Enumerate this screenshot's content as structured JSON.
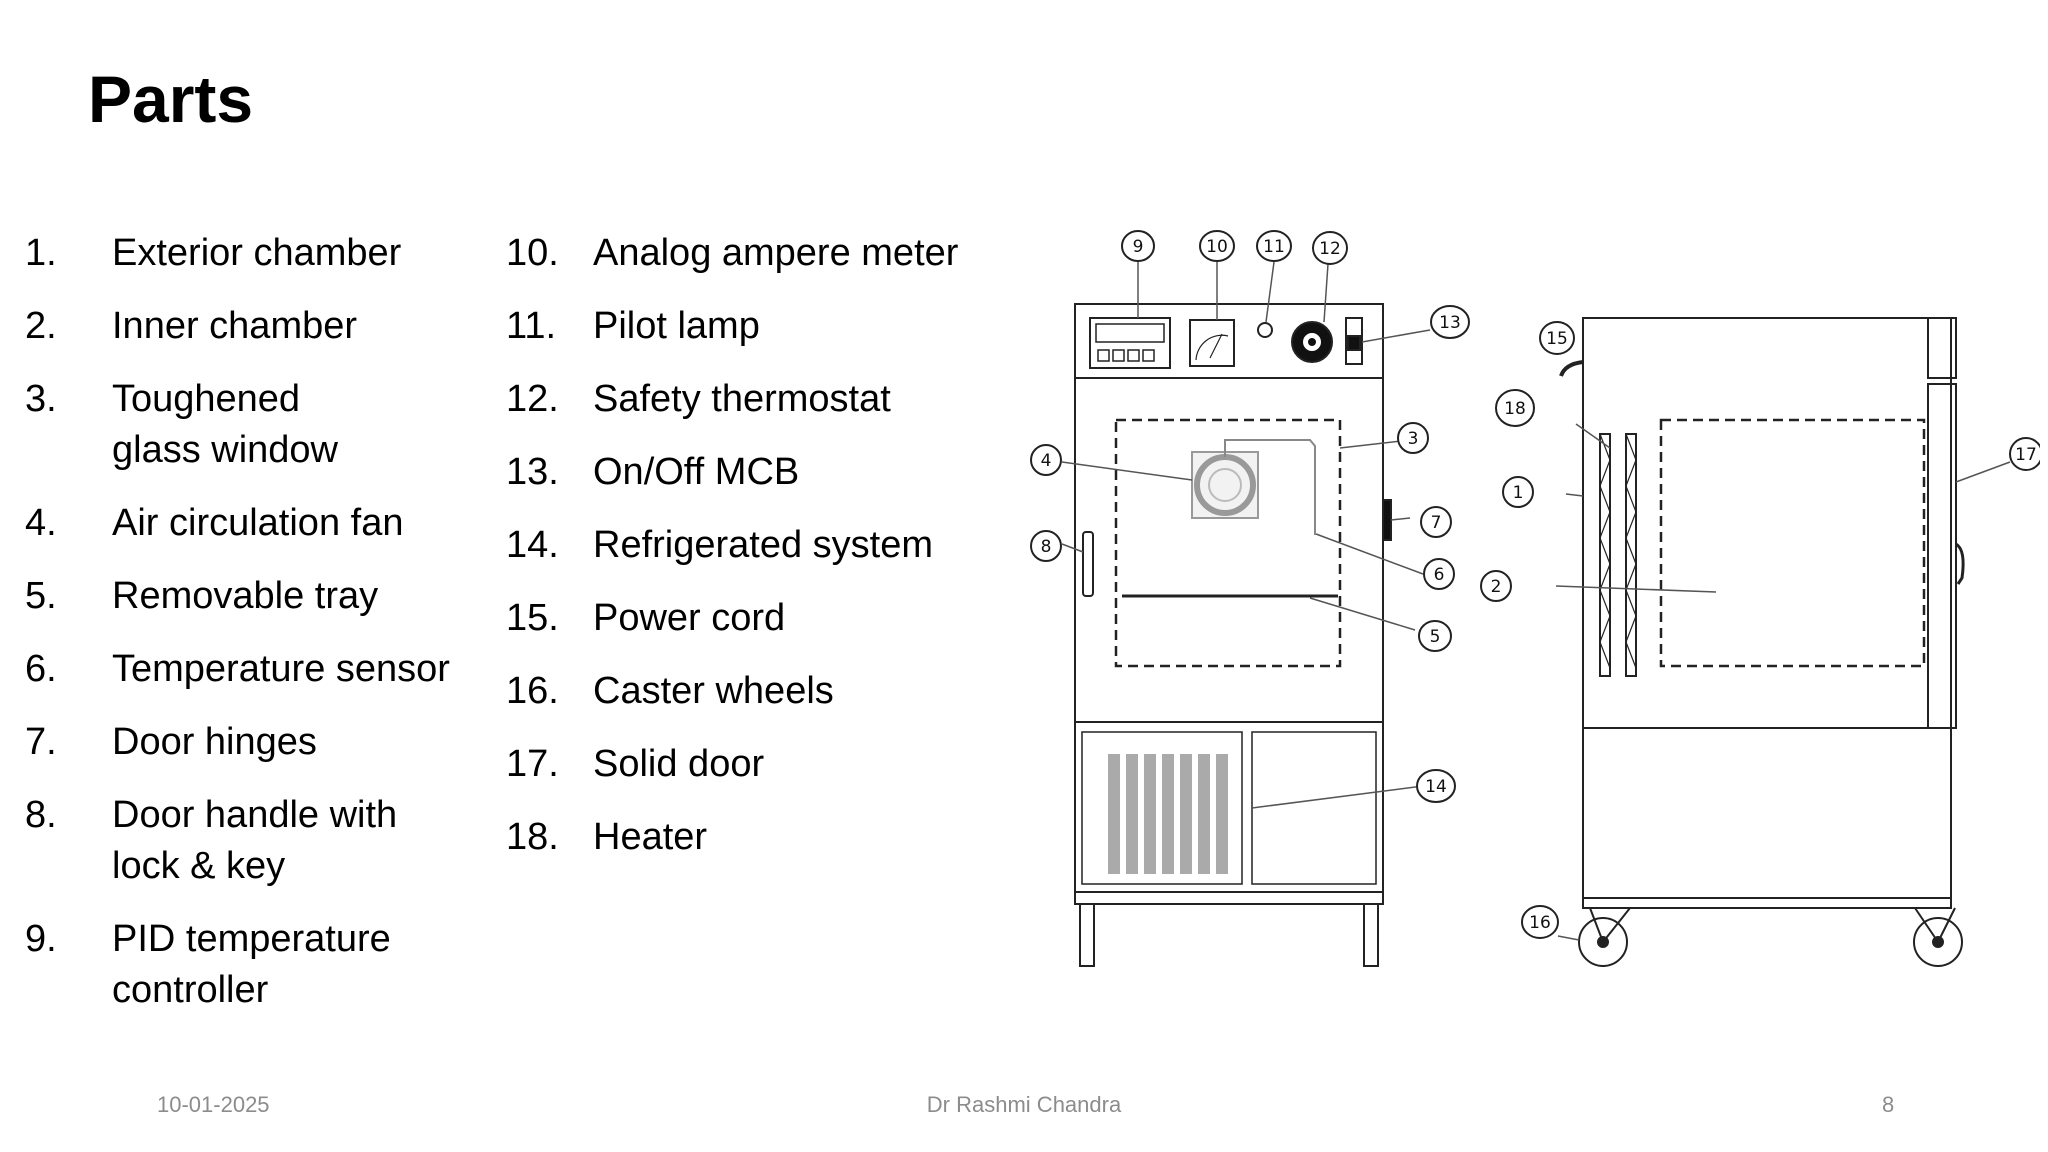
{
  "slide": {
    "title": "Parts",
    "footer": {
      "date": "10-01-2025",
      "author": "Dr Rashmi Chandra",
      "page": "8"
    }
  },
  "parts": [
    {
      "num": "1.",
      "label": "Exterior chamber"
    },
    {
      "num": "2.",
      "label": "Inner chamber"
    },
    {
      "num": "3.",
      "label": "Toughened glass window"
    },
    {
      "num": "4.",
      "label": "Air circulation fan"
    },
    {
      "num": "5.",
      "label": "Removable tray"
    },
    {
      "num": "6.",
      "label": "Temperature sensor"
    },
    {
      "num": "7.",
      "label": "Door hinges"
    },
    {
      "num": "8.",
      "label": "Door handle with lock & key"
    },
    {
      "num": "9.",
      "label": "PID temperature controller"
    },
    {
      "num": "10.",
      "label": "Analog ampere meter"
    },
    {
      "num": "11.",
      "label": "Pilot lamp"
    },
    {
      "num": "12.",
      "label": "Safety thermostat"
    },
    {
      "num": "13.",
      "label": "On/Off MCB"
    },
    {
      "num": "14.",
      "label": "Refrigerated system"
    },
    {
      "num": "15.",
      "label": "Power cord"
    },
    {
      "num": "16.",
      "label": "Caster wheels"
    },
    {
      "num": "17.",
      "label": "Solid door"
    },
    {
      "num": "18.",
      "label": "Heater"
    }
  ],
  "callouts": [
    "1",
    "2",
    "3",
    "4",
    "5",
    "6",
    "7",
    "8",
    "9",
    "10",
    "11",
    "12",
    "13",
    "14",
    "15",
    "16",
    "17",
    "18"
  ]
}
